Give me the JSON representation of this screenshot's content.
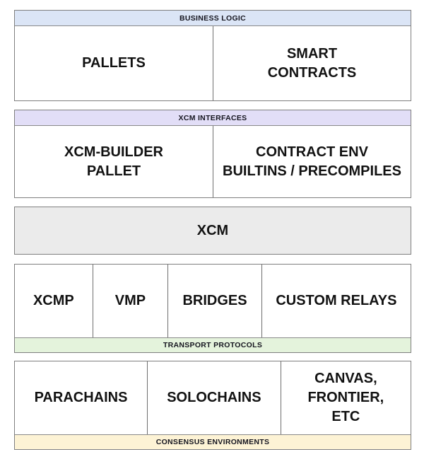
{
  "diagram": {
    "description": "layered-architecture-diagram",
    "text_color": "#121212",
    "border_color": "#7f7f7f",
    "layers": [
      {
        "name": "business-logic",
        "band": {
          "label": "BUSINESS LOGIC",
          "color": "#dbe5f6",
          "position": "top"
        },
        "cells": [
          "PALLETS",
          "SMART\nCONTRACTS"
        ]
      },
      {
        "name": "xcm-interfaces",
        "band": {
          "label": "XCM INTERFACES",
          "color": "#e2def7",
          "position": "top"
        },
        "cells": [
          "XCM-BUILDER\nPALLET",
          "CONTRACT ENV\nBUILTINS / PRECOMPILES"
        ]
      },
      {
        "name": "xcm",
        "fill": "#ebebeb",
        "cells": [
          "XCM"
        ]
      },
      {
        "name": "transport-protocols",
        "band": {
          "label": "TRANSPORT PROTOCOLS",
          "color": "#e4f3dc",
          "position": "bottom"
        },
        "cells": [
          "XCMP",
          "VMP",
          "BRIDGES",
          "CUSTOM RELAYS"
        ]
      },
      {
        "name": "consensus-environments",
        "band": {
          "label": "CONSENSUS ENVIRONMENTS",
          "color": "#fdf3d5",
          "position": "bottom"
        },
        "cells": [
          "PARACHAINS",
          "SOLOCHAINS",
          "CANVAS,\nFRONTIER,\nETC"
        ]
      }
    ]
  }
}
